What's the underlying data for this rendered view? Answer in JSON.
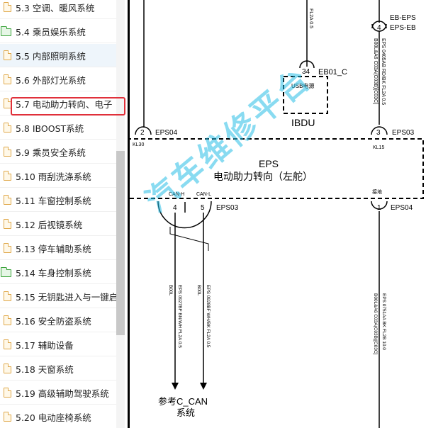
{
  "sidebar": {
    "items": [
      {
        "label": "5.3 空调、暖风系统",
        "type": "doc"
      },
      {
        "label": "5.4 乘员娱乐系统",
        "type": "folder"
      },
      {
        "label": "5.5 内部照明系统",
        "type": "doc",
        "active": true
      },
      {
        "label": "5.6 外部灯光系统",
        "type": "doc"
      },
      {
        "label": "5.7 电动助力转向、电子",
        "type": "doc"
      },
      {
        "label": "5.8 IBOOST系统",
        "type": "doc"
      },
      {
        "label": "5.9 乘员安全系统",
        "type": "doc"
      },
      {
        "label": "5.10 雨刮洗涤系统",
        "type": "doc"
      },
      {
        "label": "5.11 车窗控制系统",
        "type": "doc"
      },
      {
        "label": "5.12 后视镜系统",
        "type": "doc"
      },
      {
        "label": "5.13 停车辅助系统",
        "type": "doc"
      },
      {
        "label": "5.14 车身控制系统",
        "type": "folder"
      },
      {
        "label": "5.15 无钥匙进入与一键启",
        "type": "doc"
      },
      {
        "label": "5.16 安全防盗系统",
        "type": "doc"
      },
      {
        "label": "5.17 辅助设备",
        "type": "doc"
      },
      {
        "label": "5.18 天窗系统",
        "type": "doc"
      },
      {
        "label": "5.19 高级辅助驾驶系统",
        "type": "doc"
      },
      {
        "label": "5.20 电动座椅系统",
        "type": "doc"
      }
    ],
    "scroll_position": 0.62
  },
  "diagram": {
    "watermark": "汽车维修平台",
    "top_right_conn1": "EB-EPS",
    "top_right_conn2": "EPS-EB",
    "pin_4_top": "4",
    "wire_top_right": "EPS 0405AB RD/BK FL2A 0.5",
    "wire_top_right_note": "B00L&A6 C03A(C03B)[C03C]",
    "wire_top_left": "FL2A 0.5",
    "pin_34": "34",
    "eb01c": "EB01_C",
    "usb_label": "USB电源",
    "ibdu": "IBDU",
    "left_pin": "2",
    "left_conn": "EPS04",
    "kl30": "KL30",
    "right_pin": "3",
    "right_conn": "EPS03",
    "kl15": "KL15",
    "eps_title": "EPS",
    "eps_subtitle": "电动助力转向（左舵）",
    "can_h": "CAN-H",
    "can_l": "CAN-L",
    "ground": "接地",
    "pin4": "4",
    "pin5": "5",
    "conn_eps03": "EPS03",
    "pin1": "1",
    "conn_eps04": "EPS04",
    "wire_can_h": "EPS 0927BF BN/WH FL2A 0.5",
    "wire_can_l": "EPS 0928BF WH/BK FL2A 0.5",
    "b00l_1": "B00L",
    "b00l_2": "B00L",
    "wire_ground": "EPS 0751AA BK FL2B 10.0",
    "wire_ground_note": "B00L&A6 C03A(C03B)[C03C]",
    "ref_text": "参考C_CAN",
    "ref_text2": "系统"
  }
}
